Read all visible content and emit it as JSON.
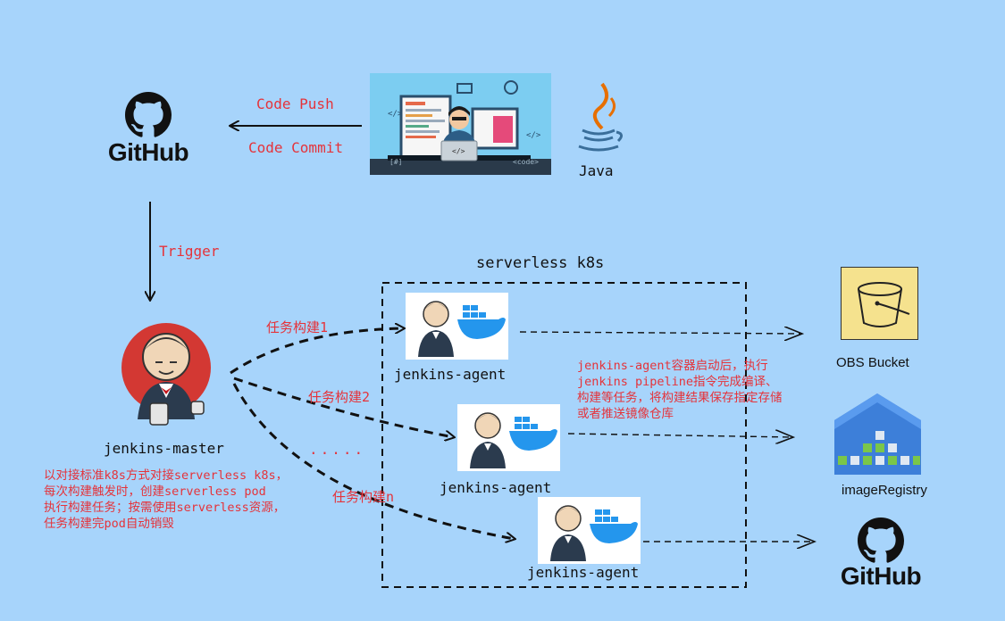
{
  "github_top": {
    "wordmark": "GitHub"
  },
  "github_bottom": {
    "wordmark": "GitHub"
  },
  "arrows": {
    "code_push": "Code Push",
    "code_commit": "Code Commit",
    "trigger": "Trigger",
    "task1": "任务构建1",
    "task2": "任务构建2",
    "taskn": "任务构建n",
    "dots": "....."
  },
  "java": {
    "label": "Java"
  },
  "master": {
    "label": "jenkins-master"
  },
  "cluster": {
    "title": "serverless k8s"
  },
  "agents": [
    {
      "label": "jenkins-agent"
    },
    {
      "label": "jenkins-agent"
    },
    {
      "label": "jenkins-agent"
    }
  ],
  "notes": {
    "agent_note": [
      "jenkins-agent容器启动后，执行",
      "jenkins pipeline指令完成编译、",
      "构建等任务，将构建结果保存指定存储",
      "或者推送镜像仓库"
    ],
    "master_note": [
      "以对接标准k8s方式对接serverless k8s，",
      "每次构建触发时，创建serverless pod",
      "执行构建任务；按需使用serverless资源，",
      "任务构建完pod自动销毁"
    ]
  },
  "targets": {
    "obs": "OBS Bucket",
    "registry": "imageRegistry"
  },
  "colors": {
    "background": "#a7d4fb",
    "accent_red": "#e5333a",
    "obs_bg": "#f5e28e",
    "registry_blue": "#3d7fd9"
  }
}
